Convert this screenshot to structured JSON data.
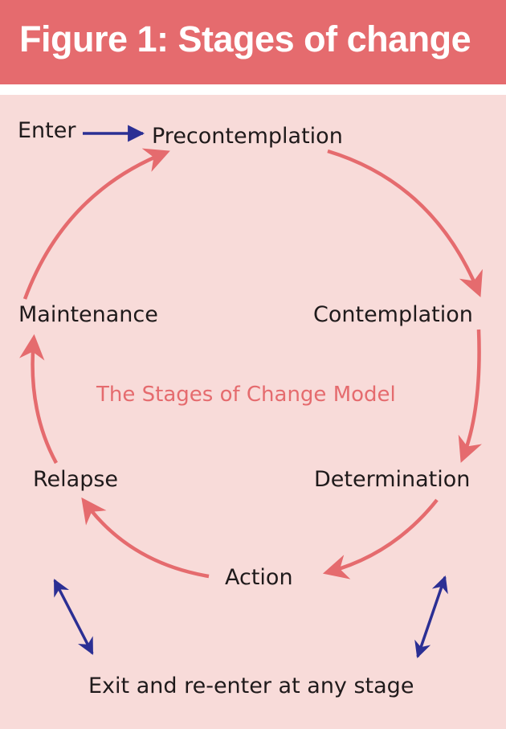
{
  "header": {
    "title": "Figure 1: Stages of change",
    "background_color": "#e56b6e",
    "text_color": "#ffffff"
  },
  "panel": {
    "background_color": "#f8dbd9"
  },
  "diagram": {
    "center_label": "The Stages of Change Model",
    "entry_label": "Enter",
    "exit_label": "Exit and re-enter at any stage",
    "stages": [
      {
        "name": "Precontemplation"
      },
      {
        "name": "Contemplation"
      },
      {
        "name": "Determination"
      },
      {
        "name": "Action"
      },
      {
        "name": "Relapse"
      },
      {
        "name": "Maintenance"
      }
    ],
    "cycle_order": [
      "Precontemplation",
      "Contemplation",
      "Determination",
      "Action",
      "Relapse",
      "Maintenance",
      "Precontemplation"
    ],
    "colors": {
      "cycle_arrow": "#e56b6e",
      "entry_exit_arrow": "#2b2f94",
      "stage_text": "#1f1a1b",
      "center_text": "#e56b6e"
    }
  }
}
